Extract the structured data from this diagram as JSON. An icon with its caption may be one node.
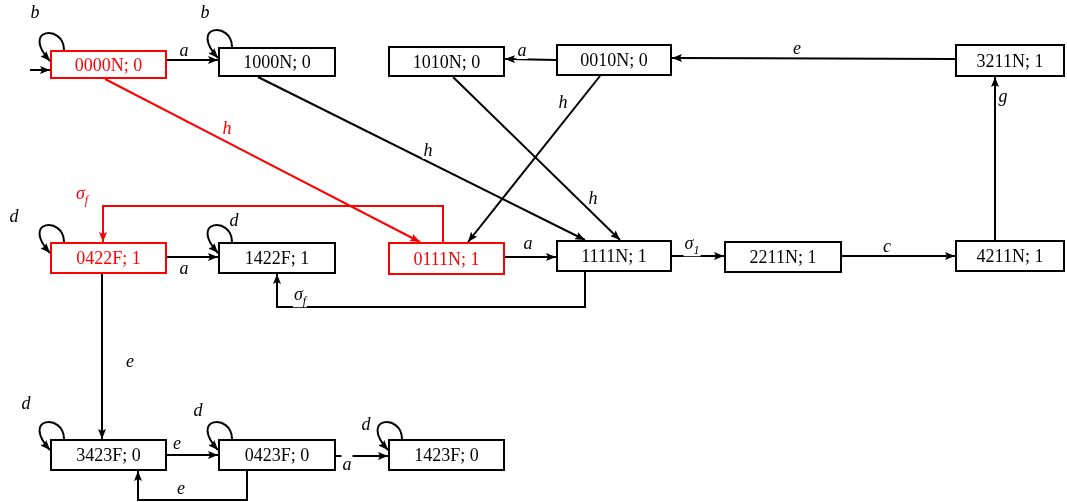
{
  "diagram": {
    "nodes": [
      {
        "text": [
          "0000N; 0"
        ]
      },
      {
        "text": [
          "1000N; 0"
        ]
      },
      {
        "text": [
          "1010N; 0"
        ]
      },
      {
        "text": [
          "0010N; 0"
        ]
      },
      {
        "text": [
          "3211N; 1"
        ]
      },
      {
        "text": [
          "0422F; 1"
        ]
      },
      {
        "text": [
          "1422F; 1"
        ]
      },
      {
        "text": [
          "0111N; 1"
        ]
      },
      {
        "text": [
          "1111N; 1"
        ]
      },
      {
        "text": [
          "2211N; 1"
        ]
      },
      {
        "text": [
          "4211N; 1"
        ]
      },
      {
        "text": [
          "3423F; 0"
        ]
      },
      {
        "text": [
          "0423F; 0"
        ]
      },
      {
        "text": [
          "1423F; 0"
        ]
      }
    ],
    "edges": [
      {
        "from": null,
        "to": 0,
        "arrow": "to"
      },
      {
        "from": 0,
        "to": 0,
        "arrow": "to",
        "label": "b"
      },
      {
        "from": 0,
        "to": 1,
        "arrow": "to",
        "label": "a"
      },
      {
        "from": 1,
        "to": 1,
        "arrow": "to",
        "label": "b"
      },
      {
        "from": 0,
        "to": 7,
        "arrow": "to",
        "label": "h",
        "color": "#ff0000"
      },
      {
        "from": 1,
        "to": 8,
        "arrow": "to",
        "label": "h"
      },
      {
        "from": 3,
        "to": 2,
        "arrow": "to",
        "label": "a"
      },
      {
        "from": 4,
        "to": 3,
        "arrow": "to",
        "label": "e"
      },
      {
        "from": 2,
        "to": 8,
        "arrow": "to",
        "label": "h"
      },
      {
        "from": 3,
        "to": 7,
        "arrow": "to",
        "label": "h"
      },
      {
        "from": 7,
        "to": 5,
        "arrow": "to",
        "label": "σ$_{f}$",
        "color": "#ff0000"
      },
      {
        "from": 5,
        "to": 5,
        "arrow": "to",
        "label": "d"
      },
      {
        "from": 5,
        "to": 6,
        "arrow": "to",
        "label": "a"
      },
      {
        "from": 6,
        "to": 6,
        "arrow": "to",
        "label": "d"
      },
      {
        "from": 7,
        "to": 8,
        "arrow": "to",
        "label": "a"
      },
      {
        "from": 8,
        "to": 9,
        "arrow": "to",
        "label": "σ$_{1}$"
      },
      {
        "from": 9,
        "to": 10,
        "arrow": "to",
        "label": "c"
      },
      {
        "from": 10,
        "to": 4,
        "arrow": "to",
        "label": "g"
      },
      {
        "from": 8,
        "to": 6,
        "arrow": "to",
        "label": "σ$_{f}$"
      },
      {
        "from": 5,
        "to": 11,
        "arrow": "to",
        "label": "e"
      },
      {
        "from": 11,
        "to": 11,
        "arrow": "to",
        "label": "d"
      },
      {
        "from": 11,
        "to": 12,
        "arrow": "to",
        "label": "e"
      },
      {
        "from": 12,
        "to": 12,
        "arrow": "to",
        "label": "d"
      },
      {
        "from": 12,
        "to": 13,
        "arrow": "to",
        "label": "a"
      },
      {
        "from": 12,
        "to": 11,
        "arrow": "to",
        "label": "e"
      },
      {
        "from": 13,
        "to": 13,
        "arrow": "to",
        "label": "d"
      }
    ]
  }
}
